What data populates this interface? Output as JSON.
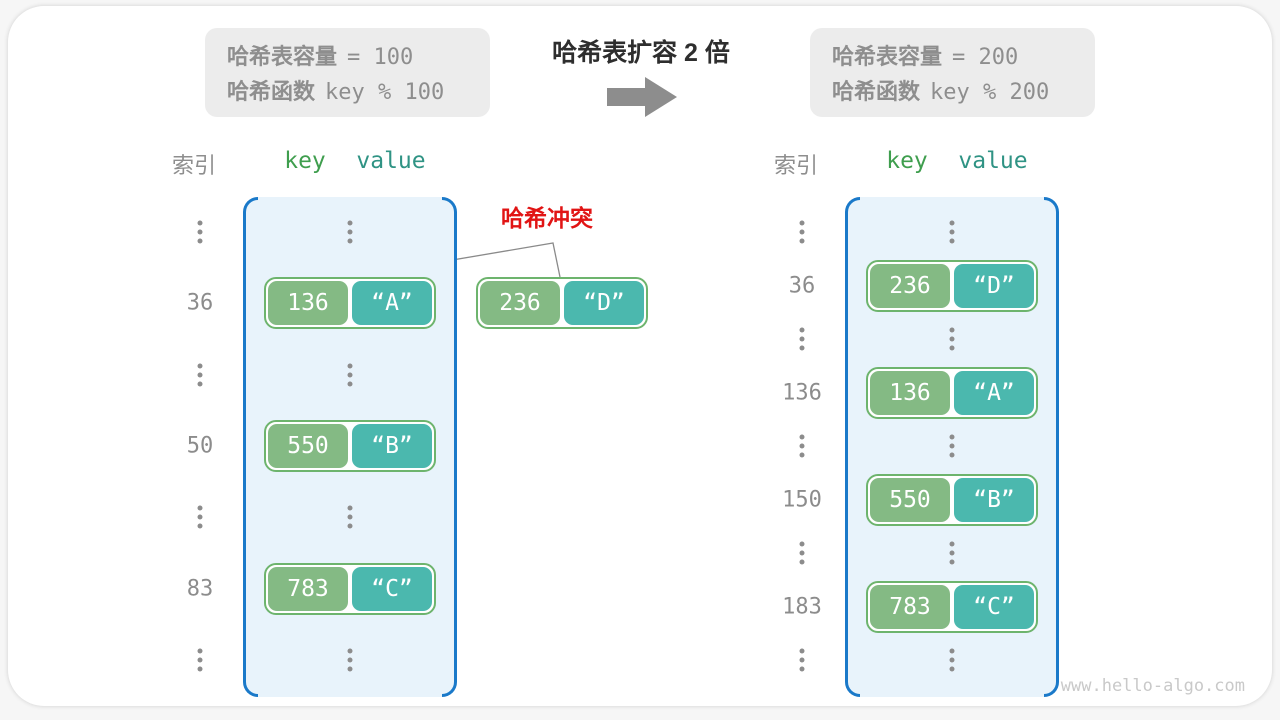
{
  "colors": {
    "container_fill": "#e8f3fb",
    "container_border": "#1a79c9",
    "key_fill": "#84ba84",
    "value_fill": "#4bb8ae",
    "pair_border": "#6db46d",
    "index_text": "#8c8c8c",
    "key_header": "#3f9e4e",
    "value_header": "#2f9384",
    "collision_text": "#e11414",
    "muted_text": "#8e8e8e",
    "title_text": "#2e2e2e",
    "arrow": "#8d8d8d",
    "watermark_text": "#c9c9c9",
    "connector_line": "#8a8a8a"
  },
  "transform": {
    "title": "哈希表扩容 2 倍",
    "arrow_icon": "right-arrow"
  },
  "left_table": {
    "info": {
      "line1_label": "哈希表容量",
      "line1_code": "= 100",
      "line2_label": "哈希函数",
      "line2_code": "key % 100"
    },
    "headers": {
      "index": "索引",
      "key": "key",
      "value": "value"
    },
    "rows": [
      {
        "type": "dots"
      },
      {
        "type": "entry",
        "index": "36",
        "key": "136",
        "value": "“A”"
      },
      {
        "type": "dots"
      },
      {
        "type": "entry",
        "index": "50",
        "key": "550",
        "value": "“B”"
      },
      {
        "type": "dots"
      },
      {
        "type": "entry",
        "index": "83",
        "key": "783",
        "value": "“C”"
      },
      {
        "type": "dots"
      }
    ]
  },
  "right_table": {
    "info": {
      "line1_label": "哈希表容量",
      "line1_code": "= 200",
      "line2_label": "哈希函数",
      "line2_code": "key % 200"
    },
    "headers": {
      "index": "索引",
      "key": "key",
      "value": "value"
    },
    "rows": [
      {
        "type": "dots"
      },
      {
        "type": "entry",
        "index": "36",
        "key": "236",
        "value": "“D”"
      },
      {
        "type": "dots"
      },
      {
        "type": "entry",
        "index": "136",
        "key": "136",
        "value": "“A”"
      },
      {
        "type": "dots"
      },
      {
        "type": "entry",
        "index": "150",
        "key": "550",
        "value": "“B”"
      },
      {
        "type": "dots"
      },
      {
        "type": "entry",
        "index": "183",
        "key": "783",
        "value": "“C”"
      },
      {
        "type": "dots"
      }
    ]
  },
  "collision": {
    "label": "哈希冲突",
    "pair": {
      "key": "236",
      "value": "“D”"
    }
  },
  "watermark": "www.hello-algo.com"
}
